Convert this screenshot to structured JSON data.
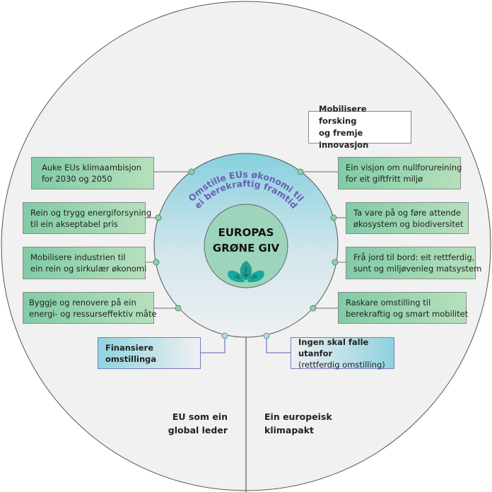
{
  "center": {
    "title_line1": "EUROPAS",
    "title_line2": "GRØNE GIV",
    "icon": "leaf-icon"
  },
  "ring_text": {
    "line1": "Omstille EUs økonomi til",
    "line2": "ei berekraftig framtid"
  },
  "left_boxes": [
    {
      "line1": "Auke EUs klimaambisjon",
      "line2": "for 2030 og 2050"
    },
    {
      "line1": "Rein og trygg energiforsyning",
      "line2": "til ein akseptabel pris"
    },
    {
      "line1": "Mobilisere industrien til",
      "line2": "ein rein og sirkulær økonomi"
    },
    {
      "line1": "Byggje og renovere på ein",
      "line2": "energi- og ressurseffektiv måte"
    }
  ],
  "right_boxes": [
    {
      "line1": "Ein visjon om nullforureining",
      "line2": "for eit giftfritt miljø"
    },
    {
      "line1": "Ta vare på og føre attende",
      "line2": "økosystem og biodiversitet"
    },
    {
      "line1": "Frå jord til bord: eit rettferdig,",
      "line2": "sunt og miljøvenleg matsystem"
    },
    {
      "line1": "Raskare omstilling til",
      "line2": "berekraftig og smart mobilitet"
    }
  ],
  "finance_box": {
    "label": "Finansiere omstillinga"
  },
  "just_box": {
    "title": "Ingen skal falle utanfor",
    "subtitle": "(rettferdig omstilling)"
  },
  "research_box": {
    "line1": "Mobilisere forsking",
    "line2": "og fremje innovasjon"
  },
  "bottom_left": {
    "line1": "EU som ein",
    "line2": "global leder"
  },
  "bottom_right": {
    "line1": "Ein europeisk",
    "line2": "klimapakt"
  },
  "colors": {
    "ring_top": "#86d0de",
    "ring_bottom": "#eef0f2",
    "core": "#9dd4bc",
    "box_dark": "#80cba6",
    "box_light": "#b6e0bc",
    "dot_green": "#8ccfab",
    "dot_blue": "#a6dbe8",
    "purple": "#6a5fb5"
  }
}
